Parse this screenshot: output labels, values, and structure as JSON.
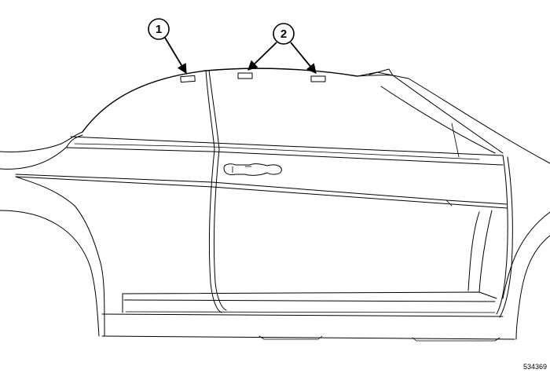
{
  "callouts": [
    {
      "id": "callout-1",
      "label": "1"
    },
    {
      "id": "callout-2",
      "label": "2"
    }
  ],
  "figure_id": "534369",
  "colors": {
    "line": "#000000",
    "background": "#ffffff"
  }
}
